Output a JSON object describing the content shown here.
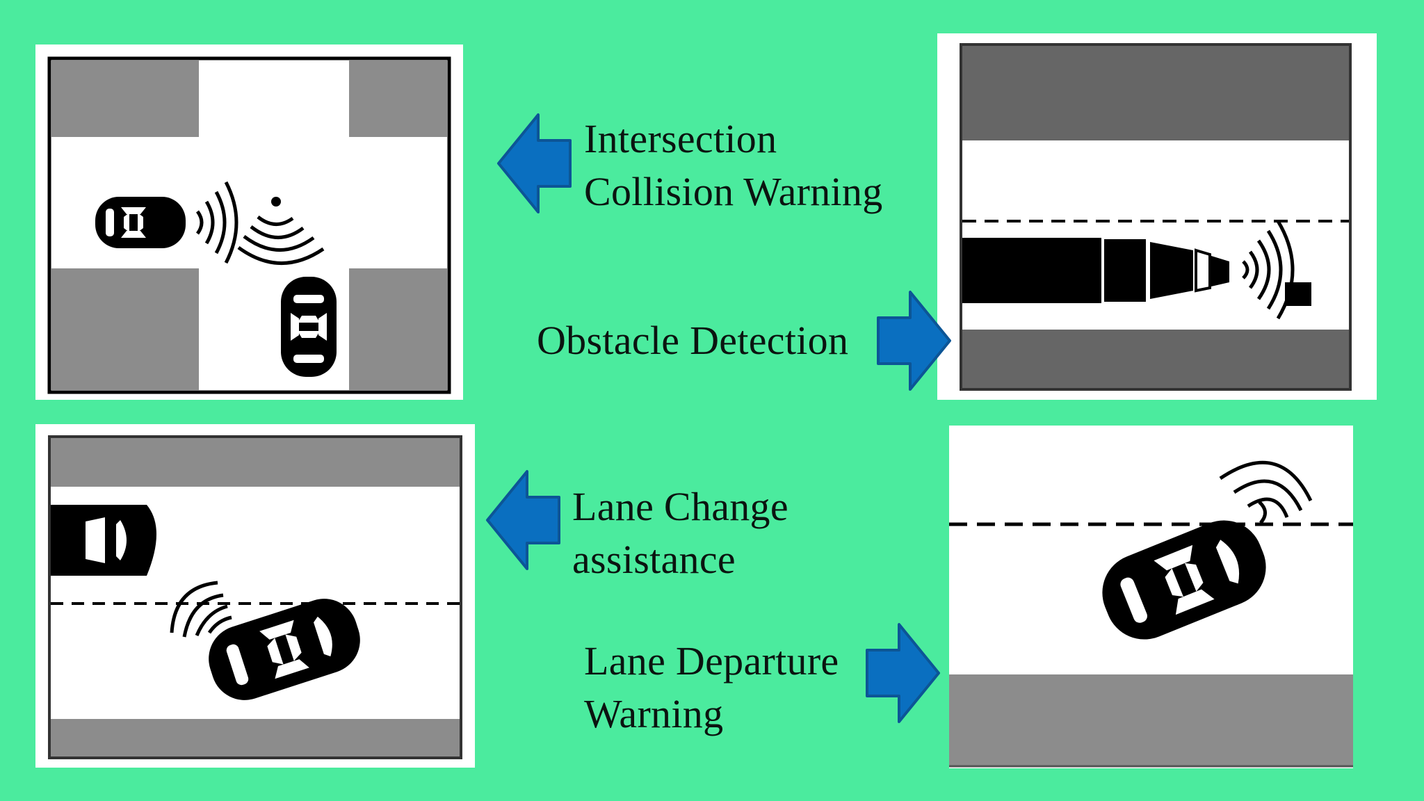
{
  "colors": {
    "background": "#4beb9e",
    "arrow_fill": "#0a6fc0",
    "arrow_stroke": "#0c5596",
    "road_gray": "#8c8c8c",
    "road_dark_gray": "#666666",
    "car": "#000000",
    "panel": "#ffffff"
  },
  "labels": {
    "intersection": {
      "line1": "Intersection",
      "line2": "Collision Warning"
    },
    "obstacle": {
      "line1": "Obstacle Detection"
    },
    "lane_change": {
      "line1": "Lane Change",
      "line2": "assistance"
    },
    "lane_departure": {
      "line1": "Lane Departure",
      "line2": "Warning"
    }
  }
}
